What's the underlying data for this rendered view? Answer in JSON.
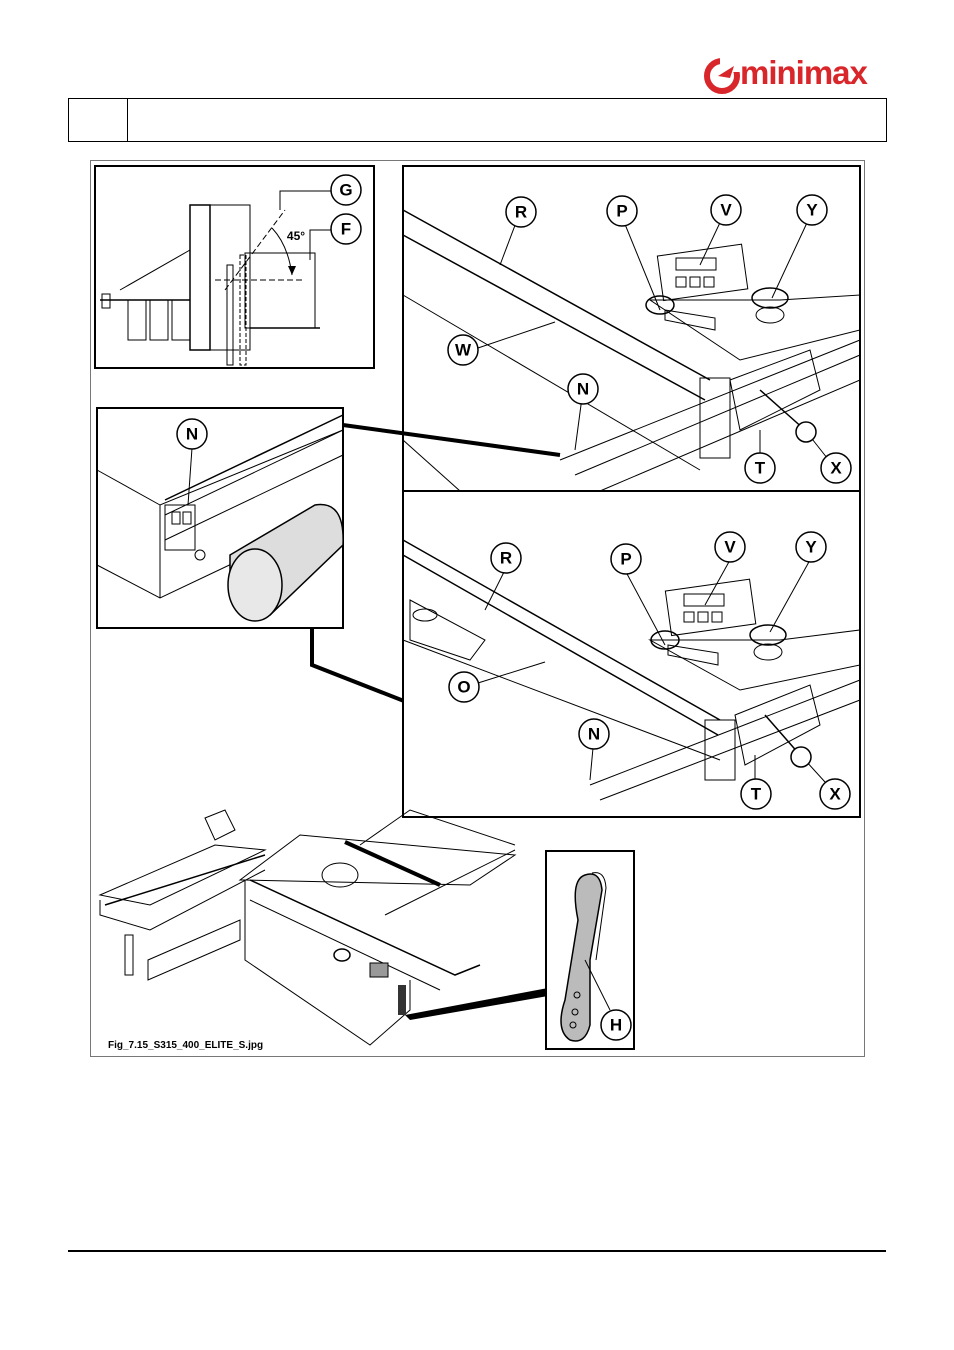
{
  "brand": {
    "name": "minimax",
    "color": "#d8262a"
  },
  "figure": {
    "caption": "Fig_7.15_S315_400_ELITE_S.jpg",
    "angle_label": "45°",
    "callouts": {
      "G": "G",
      "F": "F",
      "R": "R",
      "P": "P",
      "V": "V",
      "Y": "Y",
      "W": "W",
      "N": "N",
      "T": "T",
      "X": "X",
      "O": "O",
      "H": "H"
    }
  }
}
